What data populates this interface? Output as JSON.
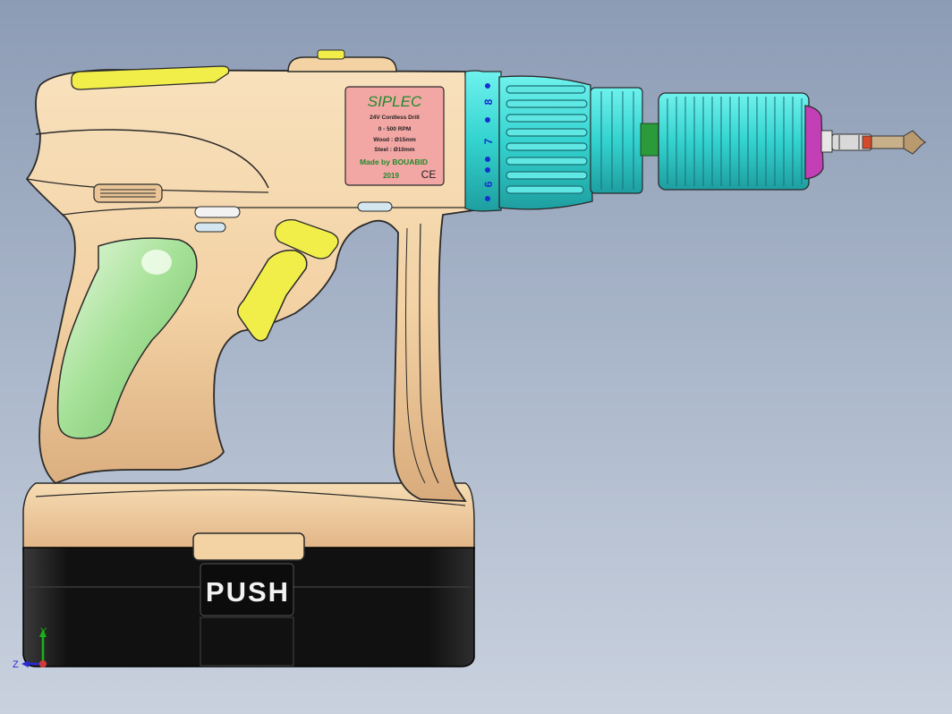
{
  "viewport": {
    "background_top": "#8d9cb5",
    "background_bottom": "#c9d1de"
  },
  "model": {
    "name": "cordless drill",
    "colors": {
      "housing": "#f3d2a4",
      "housing_shadow": "#d6a978",
      "grip": "#a8e29a",
      "buttons": "#f1ee4a",
      "chuck_ring": "#35d9de",
      "chuck": "#3ad8d2",
      "bit_collar": "#c23fb6",
      "shaft": "#2a9a3a",
      "bit": "#c8b08a",
      "label_bg": "#f3a7a4",
      "battery": "#151515",
      "outline": "#2a2a2a"
    },
    "nameplate": {
      "brand": "SIPLEC",
      "line1": "24V Cordless Drill",
      "line2": "0 - 500 RPM",
      "line3": "Wood : Ø15mm",
      "line4": "Steel : Ø10mm",
      "maker": "Made by BOUABID",
      "year": "2019",
      "mark": "CE"
    },
    "torque_ring": {
      "numbers": [
        "8",
        "7",
        "6"
      ]
    },
    "battery": {
      "button_text": "PUSH"
    }
  },
  "triad": {
    "x_label": "Z",
    "y_label": "Y"
  }
}
